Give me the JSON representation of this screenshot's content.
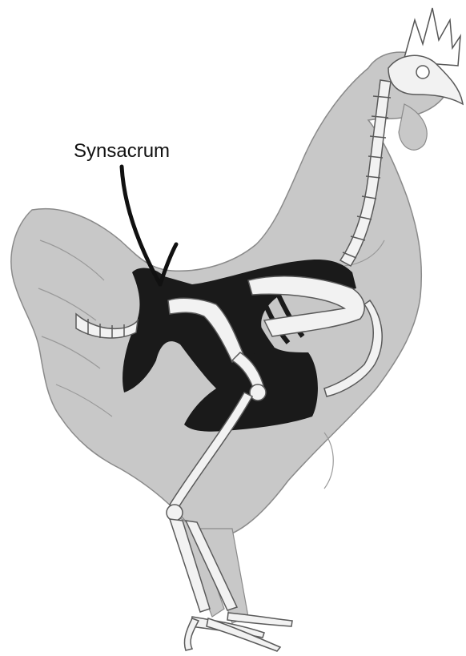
{
  "figure": {
    "label": "Synsacrum"
  },
  "colors": {
    "body_silhouette": "#c8c8c8",
    "body_outline": "#8a8a8a",
    "bone": "#f2f2f2",
    "bone_outline": "#5a5a5a",
    "highlighted_region": "#1a1a1a",
    "pointer": "#111111"
  },
  "parts": [
    "comb",
    "skull",
    "neck-vertebrae",
    "ribs",
    "pelvis",
    "femur",
    "tibiotarsus",
    "tarsometatarsus",
    "toes",
    "tail-vertebrae",
    "keel"
  ]
}
